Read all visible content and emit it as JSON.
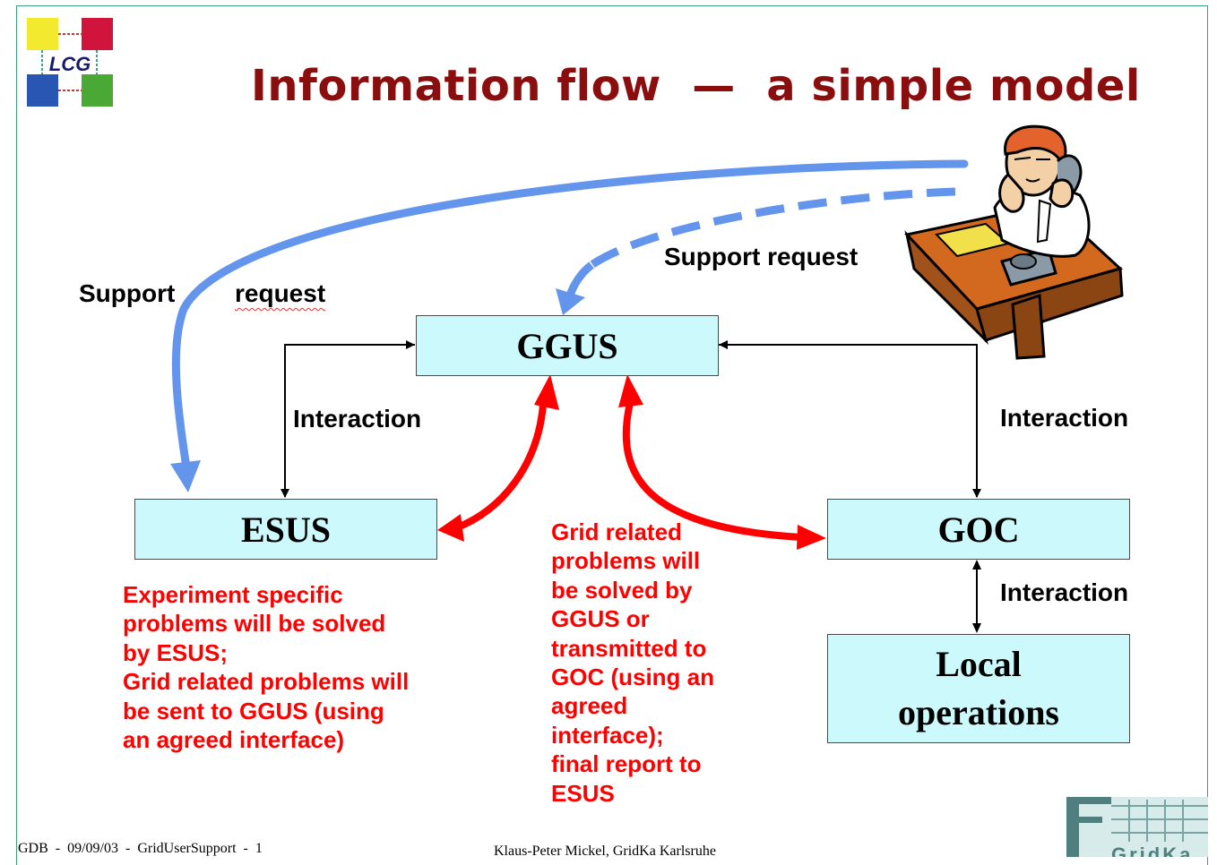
{
  "title": "Information flow  —  a simple model",
  "logo": {
    "text": "LCG"
  },
  "boxes": {
    "ggus": "GGUS",
    "esus": "ESUS",
    "goc": "GOC",
    "local_line1": "Local",
    "local_line2": "operations"
  },
  "labels": {
    "support_request_top": "Support request",
    "support_left_word1": "Support",
    "support_left_word2": "request",
    "interaction_left": "Interaction",
    "interaction_right": "Interaction",
    "interaction_goc_local": "Interaction"
  },
  "notes": {
    "esus": "Experiment specific\nproblems will be solved\nby ESUS;\nGrid related problems will\nbe sent to GGUS (using\nan agreed interface)",
    "ggus": "Grid related\nproblems will\nbe solved by\nGGUS or\ntransmitted to\nGOC (using an\nagreed\ninterface);\nfinal report to\nESUS"
  },
  "footer": {
    "left": "GDB  -  09/09/03  -  GridUserSupport  -  1",
    "center": "Klaus-Peter Mickel, GridKa Karlsruhe",
    "brand": "GridKa"
  },
  "colors": {
    "title": "#8b0e0e",
    "box_fill": "#ccf9fb",
    "support_arrow": "#6495ed",
    "problem_arrow": "#ff0000",
    "note_text": "#ff0000"
  },
  "icons": {
    "person": "person-on-phone-icon"
  }
}
